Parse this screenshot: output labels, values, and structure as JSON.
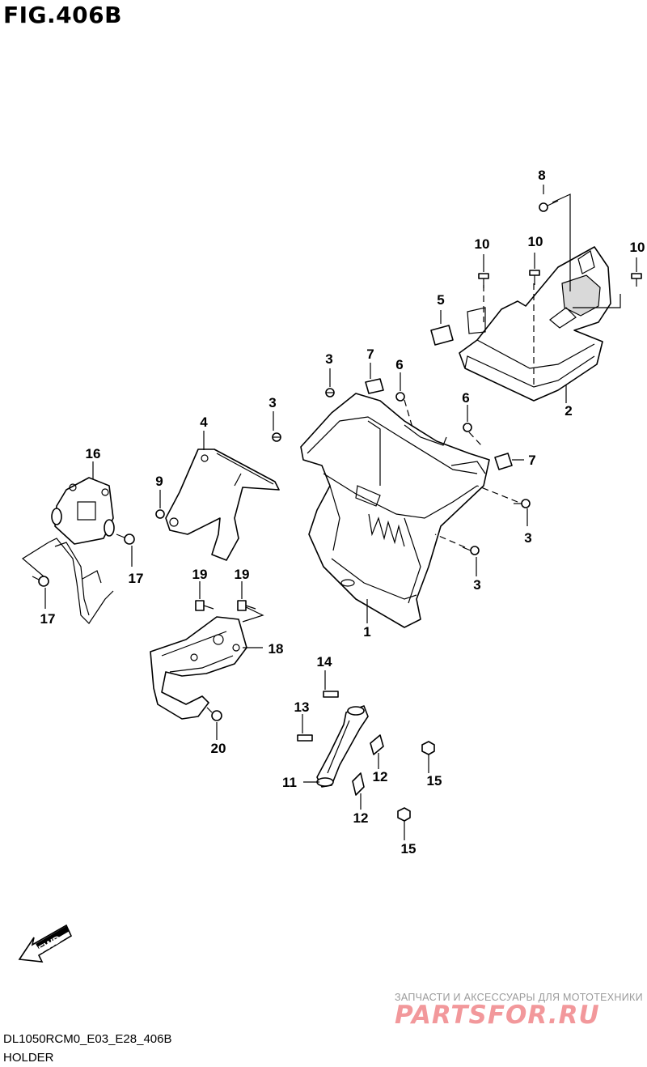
{
  "figure_title": "FIG.406B",
  "callouts": {
    "c1": "1",
    "c2": "2",
    "c3a": "3",
    "c3b": "3",
    "c3c": "3",
    "c3d": "3",
    "c4": "4",
    "c5": "5",
    "c6a": "6",
    "c6b": "6",
    "c7a": "7",
    "c7b": "7",
    "c8": "8",
    "c9": "9",
    "c10a": "10",
    "c10b": "10",
    "c10c": "10",
    "c11": "11",
    "c12a": "12",
    "c12b": "12",
    "c13": "13",
    "c14": "14",
    "c15a": "15",
    "c15b": "15",
    "c16": "16",
    "c17a": "17",
    "c17b": "17",
    "c18": "18",
    "c19a": "19",
    "c19b": "19",
    "c20": "20"
  },
  "fwd_label": "FWD",
  "watermark": {
    "subtitle": "ЗАПЧАСТИ И АКСЕССУАРЫ ДЛЯ МОТОТЕХНИКИ",
    "logo_text": "PARTSFOR.RU",
    "color": "#e8454a"
  },
  "model_code": "DL1050RCM0_E03_E28_406B",
  "section_name": "HOLDER"
}
